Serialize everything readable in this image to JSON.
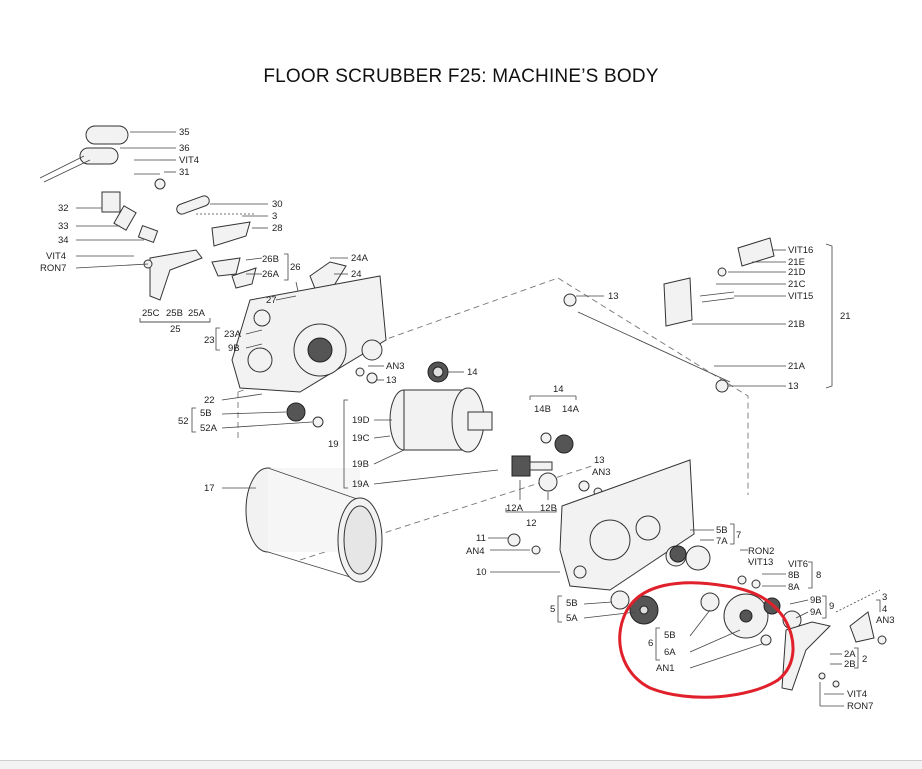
{
  "title": "FLOOR SCRUBBER F25: MACHINE’S BODY",
  "highlight": {
    "color": "#e0202a"
  },
  "labels": [
    "35",
    "36",
    "VIT4",
    "31",
    "30",
    "3",
    "28",
    "32",
    "33",
    "34",
    "VIT4",
    "RON7",
    "26B",
    "26A",
    "26",
    "24A",
    "24",
    "27",
    "25C",
    "25B",
    "25A",
    "25",
    "23A",
    "9B",
    "23",
    "AN3",
    "13",
    "14",
    "22",
    "5B",
    "52A",
    "52",
    "19D",
    "19C",
    "19B",
    "19A",
    "19",
    "17",
    "14",
    "14B",
    "14A",
    "13",
    "AN3",
    "12A",
    "12B",
    "12",
    "11",
    "AN4",
    "10",
    "5B",
    "7A",
    "7",
    "RON2",
    "VIT13",
    "VIT6",
    "8B",
    "8A",
    "8",
    "5B",
    "5A",
    "5",
    "9B",
    "9A",
    "9",
    "3",
    "4",
    "AN3",
    "5B",
    "6A",
    "6",
    "AN1",
    "2A",
    "2B",
    "2",
    "VIT4",
    "RON7",
    "VIT16",
    "21E",
    "21D",
    "21C",
    "VIT15",
    "21B",
    "21",
    "21A",
    "13",
    "13"
  ]
}
